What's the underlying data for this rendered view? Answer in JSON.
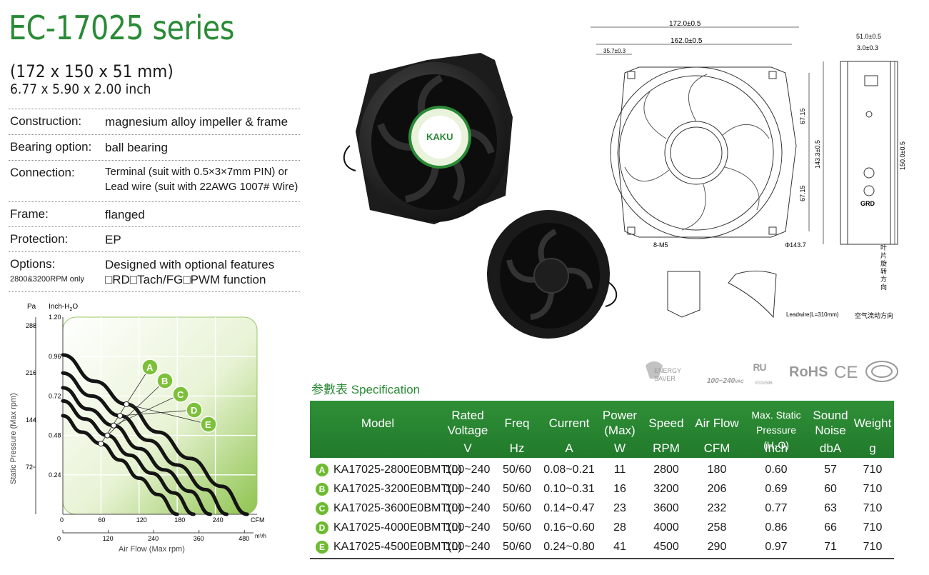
{
  "title": "EC-17025 series",
  "size_mm": "(172 x 150 x 51 mm)",
  "size_inch": "6.77 x 5.90 x 2.00 inch",
  "specs": [
    {
      "label": "Construction:",
      "value": "magnesium alloy impeller & frame"
    },
    {
      "label": "Bearing option:",
      "value": "ball bearing"
    },
    {
      "label": "Connection:",
      "value_line1": "Terminal (suit with 0.5×3×7mm PIN) or",
      "value_line2": "Lead wire (suit with 22AWG 1007# Wire)"
    },
    {
      "label": "Frame:",
      "value": "flanged"
    },
    {
      "label": "Protection:",
      "value": "EP"
    },
    {
      "label": "Options:",
      "sub": "2800&3200RPM only",
      "value_line1": "Designed with optional features",
      "value_line2": "□RD□Tach/FG□PWM function"
    }
  ],
  "chart": {
    "y1_unit": "Pa",
    "y2_unit": "Inch-H",
    "y2_unit_sub": "2",
    "y2_unit_end": "O",
    "ylabel": "Static Pressure (Max rpm)",
    "xlabel": "Air Flow (Max rpm)",
    "x1_unit": "CFM",
    "x2_unit": "m³/h",
    "pa_ticks": [
      "288",
      "216",
      "144",
      "72"
    ],
    "inch_ticks": [
      "1.20",
      "0.96",
      "0.72",
      "0.48",
      "0.24"
    ],
    "cfm_ticks": [
      "0",
      "60",
      "120",
      "180",
      "240"
    ],
    "m3h_ticks": [
      "0",
      "120",
      "240",
      "360",
      "480"
    ],
    "badges": [
      "A",
      "B",
      "C",
      "D",
      "E"
    ]
  },
  "chart_data": {
    "type": "line",
    "xlabel": "Air Flow (Max rpm)",
    "ylabel": "Static Pressure (Max rpm)",
    "x_unit": "CFM",
    "y_unit": "Inch-H2O",
    "xlim": [
      0,
      300
    ],
    "ylim": [
      0,
      1.2
    ],
    "grid": true,
    "series": [
      {
        "name": "A",
        "x": [
          0,
          30,
          60,
          90,
          120,
          150,
          180
        ],
        "y": [
          0.6,
          0.5,
          0.43,
          0.33,
          0.22,
          0.12,
          0.0
        ]
      },
      {
        "name": "B",
        "x": [
          0,
          35,
          70,
          105,
          140,
          175,
          206
        ],
        "y": [
          0.69,
          0.58,
          0.48,
          0.36,
          0.25,
          0.13,
          0.0
        ]
      },
      {
        "name": "C",
        "x": [
          0,
          40,
          80,
          120,
          160,
          200,
          232
        ],
        "y": [
          0.77,
          0.64,
          0.54,
          0.4,
          0.27,
          0.14,
          0.0
        ]
      },
      {
        "name": "D",
        "x": [
          0,
          45,
          90,
          135,
          180,
          225,
          258
        ],
        "y": [
          0.86,
          0.72,
          0.6,
          0.45,
          0.3,
          0.15,
          0.0
        ]
      },
      {
        "name": "E",
        "x": [
          0,
          50,
          100,
          150,
          200,
          250,
          290
        ],
        "y": [
          0.97,
          0.81,
          0.67,
          0.5,
          0.34,
          0.17,
          0.0
        ]
      }
    ]
  },
  "drawing": {
    "dim_172": "172.0±0.5",
    "dim_162": "162.0±0.5",
    "dim_35": "35.7±0.3",
    "dim_6715a": "67.15",
    "dim_6715b": "67.15",
    "dim_143": "143.3±0.5",
    "dim_150": "150.0±0.5",
    "dim_51": "51.0±0.5",
    "dim_3": "3.0±0.3",
    "hole": "8-M5",
    "dia": "Φ143.7",
    "grd": "GRD",
    "leadwire": "Leadwire(L=310mm)",
    "blade_dir": [
      "叶",
      "片",
      "旋",
      "转",
      "方",
      "向"
    ],
    "air_dir": "空气流动方向"
  },
  "photo_label": "KAKU",
  "spec_heading_cn": "参數表",
  "spec_heading_en": "Specification",
  "certs": {
    "energy1": "ENERGY",
    "energy2": "SAVER",
    "voltage": "100~240",
    "vac": "VAC",
    "ul_no": "E311596",
    "rohs": "RoHS",
    "ce": "CE"
  },
  "table": {
    "headers": [
      {
        "t1": "Model",
        "t2": ""
      },
      {
        "t1": "Rated\nVoltage",
        "t2": "V"
      },
      {
        "t1": "Freq",
        "t2": "Hz"
      },
      {
        "t1": "Current",
        "t2": "A"
      },
      {
        "t1": "Power\n(Max)",
        "t2": "W"
      },
      {
        "t1": "Speed",
        "t2": "RPM"
      },
      {
        "t1": "Air Flow",
        "t2": "CFM"
      },
      {
        "t1": "Max. Static\nPressure (H₂O)",
        "t2": "Inch"
      },
      {
        "t1": "Sound\nNoise",
        "t2": "dbA"
      },
      {
        "t1": "Weight",
        "t2": "g"
      }
    ],
    "rows": [
      {
        "badge": "A",
        "model": "KA17025-2800E0BMT(L)",
        "voltage": "100~240",
        "freq": "50/60",
        "current": "0.08~0.21",
        "power": "11",
        "speed": "2800",
        "flow": "180",
        "pressure": "0.60",
        "noise": "57",
        "weight": "710"
      },
      {
        "badge": "B",
        "model": "KA17025-3200E0BMT(L)",
        "voltage": "100~240",
        "freq": "50/60",
        "current": "0.10~0.31",
        "power": "16",
        "speed": "3200",
        "flow": "206",
        "pressure": "0.69",
        "noise": "60",
        "weight": "710"
      },
      {
        "badge": "C",
        "model": "KA17025-3600E0BMT(L)",
        "voltage": "100~240",
        "freq": "50/60",
        "current": "0.14~0.47",
        "power": "23",
        "speed": "3600",
        "flow": "232",
        "pressure": "0.77",
        "noise": "63",
        "weight": "710"
      },
      {
        "badge": "D",
        "model": "KA17025-4000E0BMT(L)",
        "voltage": "100~240",
        "freq": "50/60",
        "current": "0.16~0.60",
        "power": "28",
        "speed": "4000",
        "flow": "258",
        "pressure": "0.86",
        "noise": "66",
        "weight": "710"
      },
      {
        "badge": "E",
        "model": "KA17025-4500E0BMT(L)",
        "voltage": "100~240",
        "freq": "50/60",
        "current": "0.24~0.80",
        "power": "41",
        "speed": "4500",
        "flow": "290",
        "pressure": "0.97",
        "noise": "71",
        "weight": "710"
      }
    ]
  },
  "colors": {
    "brand_green": "#2a8a36",
    "badge_green": "#6dbb2f",
    "header_green": "#2f8f37"
  }
}
